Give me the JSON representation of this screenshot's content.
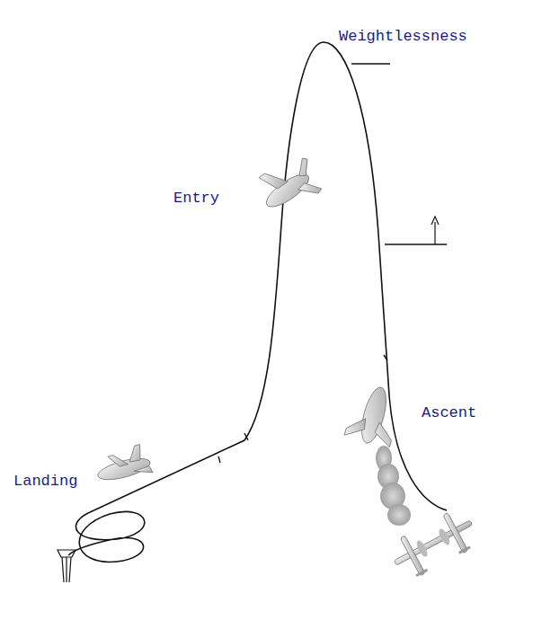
{
  "diagram": {
    "labels": [
      "Weightlessness",
      "Entry",
      "Ascent",
      "Landing"
    ]
  }
}
